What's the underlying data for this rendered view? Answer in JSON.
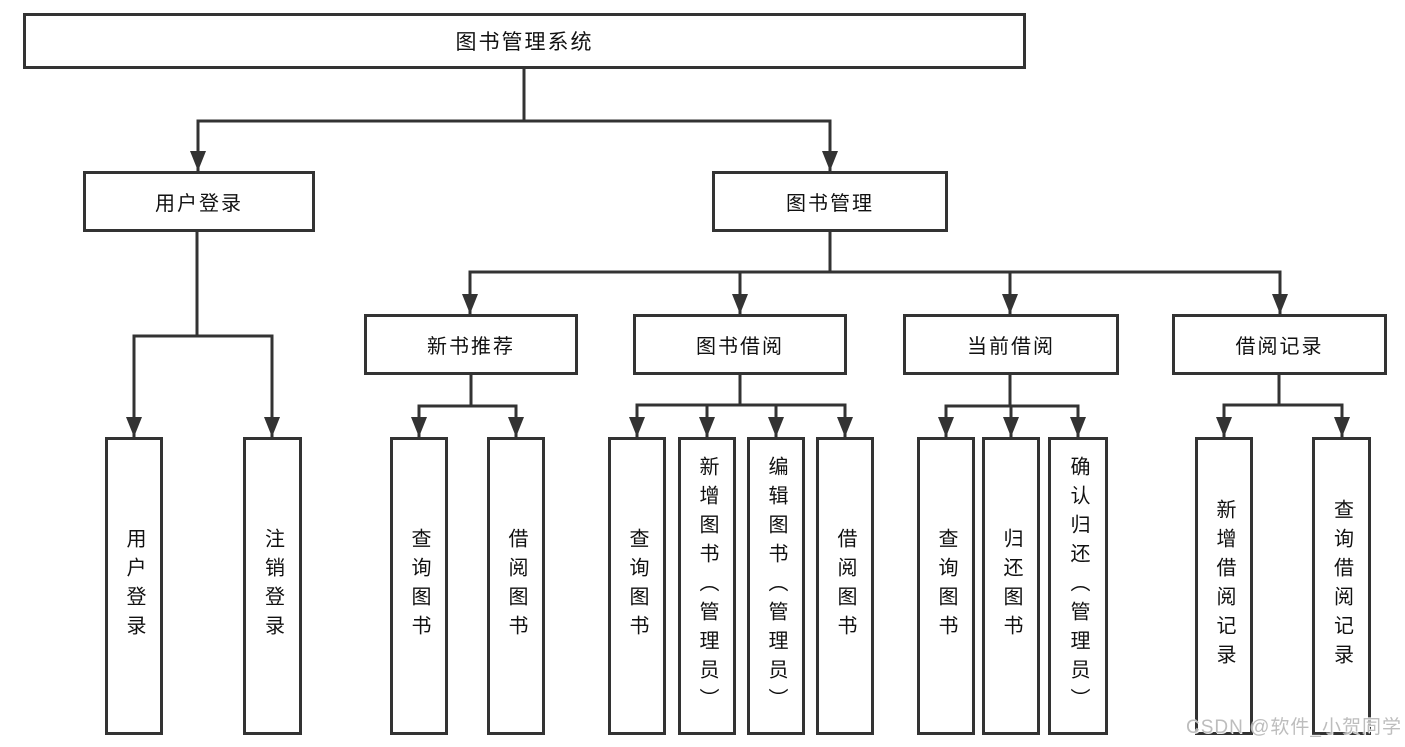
{
  "diagram": {
    "type": "functional-structure-tree",
    "background": "#ffffff",
    "line_color": "#333333",
    "border_color": "#333333",
    "text_color": "#111111",
    "watermark_color": "#bdbdbd"
  },
  "watermark": {
    "text": "CSDN @软件_小贺同学"
  },
  "nodes": {
    "root": {
      "label": "图书管理系统"
    },
    "user_login_branch": {
      "label": "用户登录"
    },
    "book_mgmt_branch": {
      "label": "图书管理"
    },
    "user_login": {
      "label": "用户登录"
    },
    "logout_login": {
      "label": "注销登录"
    },
    "new_book_rec": {
      "label": "新书推荐"
    },
    "book_borrow": {
      "label": "图书借阅"
    },
    "current_borrow": {
      "label": "当前借阅"
    },
    "borrow_records": {
      "label": "借阅记录"
    },
    "rec_query_books": {
      "label": "查询图书"
    },
    "rec_borrow_books": {
      "label": "借阅图书"
    },
    "bb_query_books": {
      "label": "查询图书"
    },
    "bb_add_books": {
      "label": "新增图书（管理员）"
    },
    "bb_edit_books": {
      "label": "编辑图书（管理员）"
    },
    "bb_borrow_books": {
      "label": "借阅图书"
    },
    "cb_query_books": {
      "label": "查询图书"
    },
    "cb_return_books": {
      "label": "归还图书"
    },
    "cb_confirm_return": {
      "label": "确认归还（管理员）"
    },
    "br_add_record": {
      "label": "新增借阅记录"
    },
    "br_query_record": {
      "label": "查询借阅记录"
    }
  }
}
